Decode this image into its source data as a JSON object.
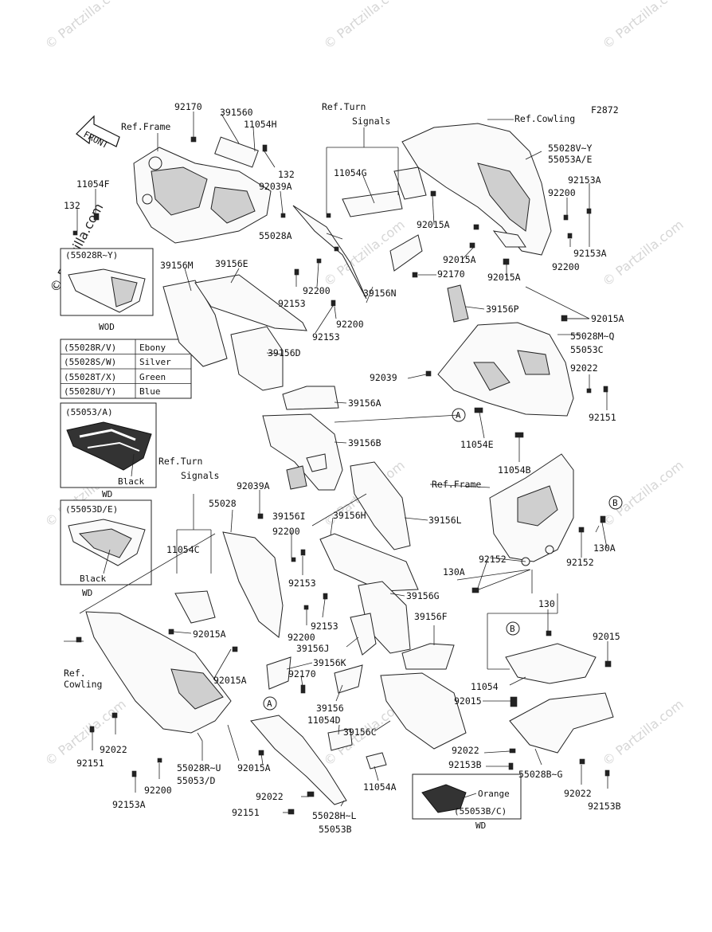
{
  "figure_code": "F2872",
  "watermark": "© Partzilla.com",
  "arrow_label": "FRONT",
  "refs": {
    "frame": "Ref.Frame",
    "cowling": "Ref.Cowling",
    "turn_signals": [
      "Ref.Turn",
      "Signals"
    ],
    "cowling_two_line": [
      "Ref.",
      "Cowling"
    ]
  },
  "color_table": [
    {
      "code": "(55028R/V)",
      "color": "Ebony"
    },
    {
      "code": "(55028S/W)",
      "color": "Silver"
    },
    {
      "code": "(55028T/X)",
      "color": "Green"
    },
    {
      "code": "(55028U/Y)",
      "color": "Blue"
    }
  ],
  "insets": {
    "r_y": {
      "title": "(55028R~Y)",
      "tag": "WOD"
    },
    "a": {
      "title": "(55053/A)",
      "color": "Black",
      "tag": "WD"
    },
    "d_e": {
      "title": "(55053D/E)",
      "color": "Black",
      "tag": "WD"
    },
    "b_c": {
      "title": "(55053B/C)",
      "color": "Orange",
      "tag": "WD"
    }
  },
  "callouts": {
    "A": "A",
    "B": "B"
  },
  "labels": [
    {
      "id": "p92170a",
      "text": "92170"
    },
    {
      "id": "p391560",
      "text": "391560"
    },
    {
      "id": "p11054h",
      "text": "11054H"
    },
    {
      "id": "p132a",
      "text": "132"
    },
    {
      "id": "p92039a_a",
      "text": "92039A"
    },
    {
      "id": "p11054f",
      "text": "11054F"
    },
    {
      "id": "p132b",
      "text": "132"
    },
    {
      "id": "p11054g",
      "text": "11054G"
    },
    {
      "id": "p55028vy",
      "text": "55028V~Y"
    },
    {
      "id": "p55053ae",
      "text": "55053A/E"
    },
    {
      "id": "p92153a_a",
      "text": "92153A"
    },
    {
      "id": "p92200a",
      "text": "92200"
    },
    {
      "id": "p92153a_b",
      "text": "92153A"
    },
    {
      "id": "p92200b",
      "text": "92200"
    },
    {
      "id": "p55028a",
      "text": "55028A"
    },
    {
      "id": "p92015a_a",
      "text": "92015A"
    },
    {
      "id": "p92015a_b",
      "text": "92015A"
    },
    {
      "id": "p92170b",
      "text": "92170"
    },
    {
      "id": "p92015a_c",
      "text": "92015A"
    },
    {
      "id": "p39156m",
      "text": "39156M"
    },
    {
      "id": "p39156e",
      "text": "39156E"
    },
    {
      "id": "p92200c",
      "text": "92200"
    },
    {
      "id": "p92153a",
      "text": "92153"
    },
    {
      "id": "p39156n",
      "text": "39156N"
    },
    {
      "id": "p92200d",
      "text": "92200"
    },
    {
      "id": "p92153b",
      "text": "92153"
    },
    {
      "id": "p39156p",
      "text": "39156P"
    },
    {
      "id": "p92015a_d",
      "text": "92015A"
    },
    {
      "id": "p55028mq",
      "text": "55028M~Q"
    },
    {
      "id": "p55053c",
      "text": "55053C"
    },
    {
      "id": "p39156d",
      "text": "39156D"
    },
    {
      "id": "p92039",
      "text": "92039"
    },
    {
      "id": "p92022a",
      "text": "92022"
    },
    {
      "id": "p92151a",
      "text": "92151"
    },
    {
      "id": "p39156a",
      "text": "39156A"
    },
    {
      "id": "p11054e",
      "text": "11054E"
    },
    {
      "id": "p39156b",
      "text": "39156B"
    },
    {
      "id": "p11054b",
      "text": "11054B"
    },
    {
      "id": "p92039a_b",
      "text": "92039A"
    },
    {
      "id": "p55028",
      "text": "55028"
    },
    {
      "id": "p39156i",
      "text": "39156I"
    },
    {
      "id": "p39156h",
      "text": "39156H"
    },
    {
      "id": "p39156l",
      "text": "39156L"
    },
    {
      "id": "p92200e",
      "text": "92200"
    },
    {
      "id": "p11054c",
      "text": "11054C"
    },
    {
      "id": "p92153c",
      "text": "92153"
    },
    {
      "id": "p92152a",
      "text": "92152"
    },
    {
      "id": "p130a_a",
      "text": "130A"
    },
    {
      "id": "p92152b",
      "text": "92152"
    },
    {
      "id": "p130a_b",
      "text": "130A"
    },
    {
      "id": "p39156g",
      "text": "39156G"
    },
    {
      "id": "p92153d",
      "text": "92153"
    },
    {
      "id": "p92015a_e",
      "text": "92015A"
    },
    {
      "id": "p92200f",
      "text": "92200"
    },
    {
      "id": "p39156f",
      "text": "39156F"
    },
    {
      "id": "p39156j",
      "text": "39156J"
    },
    {
      "id": "p39156k",
      "text": "39156K"
    },
    {
      "id": "p130",
      "text": "130"
    },
    {
      "id": "p92015a_f",
      "text": "92015A"
    },
    {
      "id": "p92170c",
      "text": "92170"
    },
    {
      "id": "p92015",
      "text": "92015"
    },
    {
      "id": "p11054",
      "text": "11054"
    },
    {
      "id": "p39156",
      "text": "39156"
    },
    {
      "id": "p11054d",
      "text": "11054D"
    },
    {
      "id": "p92015b",
      "text": "92015"
    },
    {
      "id": "p39156c",
      "text": "39156C"
    },
    {
      "id": "p92022b",
      "text": "92022"
    },
    {
      "id": "p92022c",
      "text": "92022"
    },
    {
      "id": "p92151b",
      "text": "92151"
    },
    {
      "id": "p92153b_a",
      "text": "92153B"
    },
    {
      "id": "p55028bg",
      "text": "55028B~G"
    },
    {
      "id": "p55028ru",
      "text": "55028R~U"
    },
    {
      "id": "p55053d",
      "text": "55053/D"
    },
    {
      "id": "p92015a_g",
      "text": "92015A"
    },
    {
      "id": "p11054a",
      "text": "11054A"
    },
    {
      "id": "p92200g",
      "text": "92200"
    },
    {
      "id": "p92153a_c",
      "text": "92153A"
    },
    {
      "id": "p92022d",
      "text": "92022"
    },
    {
      "id": "p92151c",
      "text": "92151"
    },
    {
      "id": "p55028hl",
      "text": "55028H~L"
    },
    {
      "id": "p55053b",
      "text": "55053B"
    },
    {
      "id": "p92022e",
      "text": "92022"
    },
    {
      "id": "p92153b_b",
      "text": "92153B"
    }
  ]
}
